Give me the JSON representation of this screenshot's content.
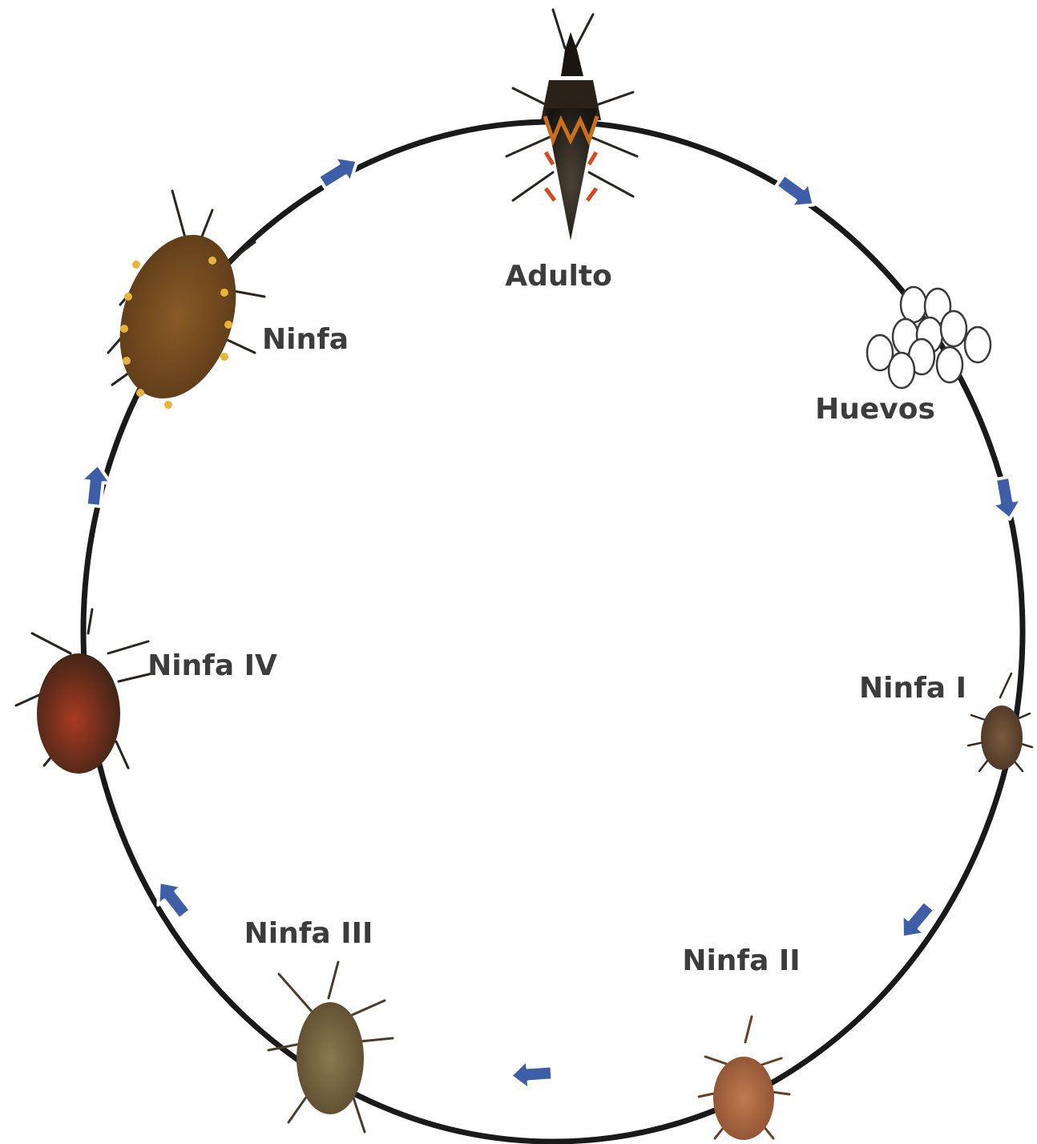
{
  "diagram": {
    "stages": {
      "adulto": "Adulto",
      "huevos": "Huevos",
      "ninfa_1": "Ninfa I",
      "ninfa_2": "Ninfa II",
      "ninfa_3": "Ninfa III",
      "ninfa_4": "Ninfa IV",
      "ninfa_5": "Ninfa"
    },
    "colors": {
      "cycle_line": "#1a1a1a",
      "arrow": "#3f5ea8",
      "label": "#3c3c3c"
    }
  }
}
